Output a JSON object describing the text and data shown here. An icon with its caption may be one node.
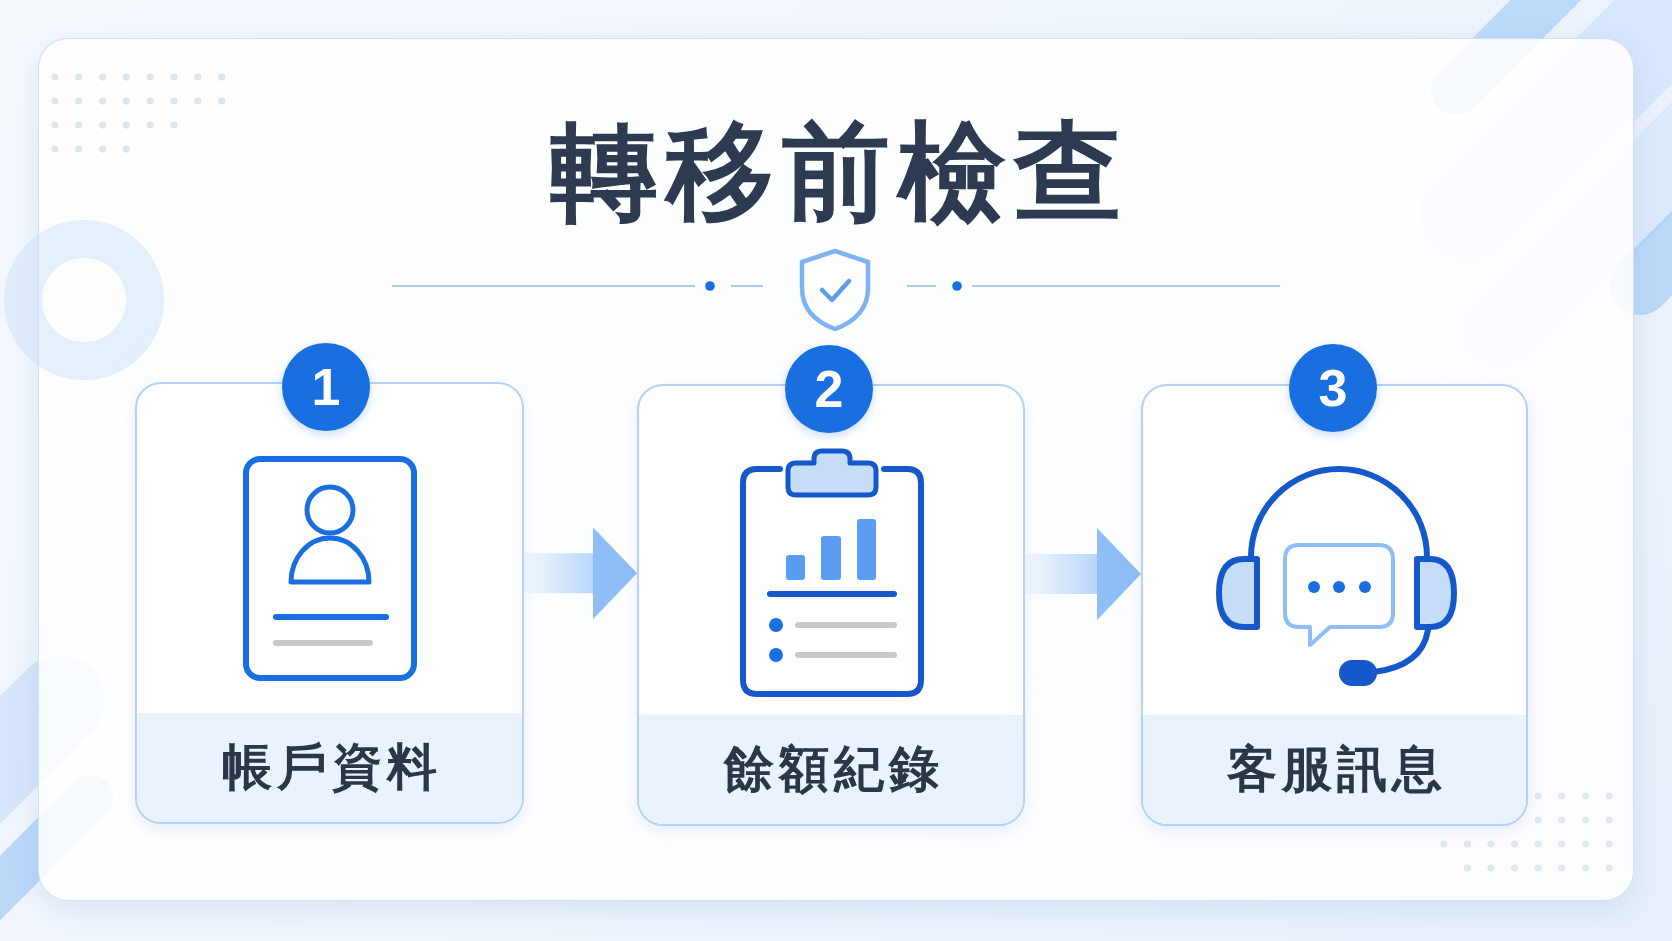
{
  "diagram": {
    "title": "轉移前檢查",
    "nodes": [
      {
        "text": [
          "1"
        ]
      },
      {
        "text": [
          "帳戶資料"
        ]
      },
      {
        "text": [
          "2"
        ]
      },
      {
        "text": [
          "餘額紀錄"
        ]
      },
      {
        "text": [
          "3"
        ]
      },
      {
        "text": [
          "客服訊息"
        ]
      }
    ],
    "edges": [
      {
        "from": 1,
        "to": 3,
        "arrow": "to"
      },
      {
        "from": 3,
        "to": 5,
        "arrow": "to"
      }
    ]
  }
}
